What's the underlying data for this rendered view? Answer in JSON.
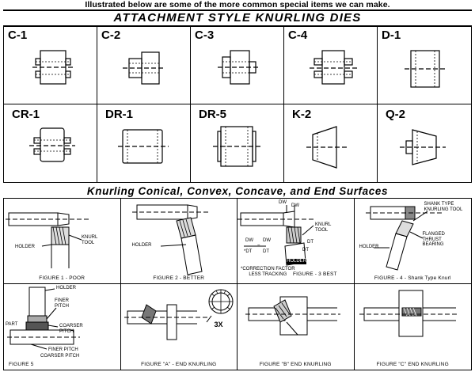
{
  "intro": "Illustrated below are some of the more common special items we can make.",
  "section1": {
    "title": "ATTACHMENT STYLE KNURLING DIES",
    "dies": [
      {
        "code": "C-1"
      },
      {
        "code": "C-2"
      },
      {
        "code": "C-3"
      },
      {
        "code": "C-4"
      },
      {
        "code": "D-1"
      },
      {
        "code": "CR-1"
      },
      {
        "code": "DR-1"
      },
      {
        "code": "DR-5"
      },
      {
        "code": "K-2"
      },
      {
        "code": "Q-2"
      }
    ]
  },
  "section2": {
    "title": "Knurling Conical, Convex, Concave, and End Surfaces",
    "figures": [
      {
        "caption": "FIGURE 1 - POOR",
        "labels": {
          "holder": "HOLDER",
          "knurl_tool": "KNURL\nTOOL"
        }
      },
      {
        "caption": "FIGURE 2 - BETTER",
        "labels": {
          "holder": "HOLDER"
        }
      },
      {
        "caption": "FIGURE - 3 BEST",
        "labels": {
          "dw": "DW",
          "dw1": "DW",
          "sub": "t",
          "knurl_tool": "KNURL\nTOOL",
          "dt": "DT",
          "dt1": "DT",
          "holder": "HOLDER",
          "ratio_left_top": "DW",
          "ratio_left_bot": "*DT",
          "ratio_right_top": "DW",
          "ratio_right_bot": "DT",
          "eq": "=",
          "note": "*CORRECTION FACTOR\nLESS TRACKING"
        }
      },
      {
        "caption": "FIGURE - 4 - Shank Type Knurl",
        "labels": {
          "shank_tool": "SHANK TYPE\nKNURLING TOOL",
          "holder": "HOLDER",
          "bearing": "FLANGED\nTHRUST\nBEARING"
        }
      },
      {
        "caption": "FIGURE 5",
        "labels": {
          "holder": "HOLDER",
          "finer_pitch": "FINER\nPITCH",
          "coarser_pitch": "COARSER\nPITCH",
          "part": "PART",
          "finer_pitch2": "FINER PITCH",
          "coarser_pitch2": "COARSER PITCH"
        }
      },
      {
        "caption": "FIGURE \"A\" - END KNURLING",
        "labels": {
          "scale": "3X"
        }
      },
      {
        "caption": "FIGURE \"B\" END KNURLING",
        "labels": {}
      },
      {
        "caption": "FIGURE \"C\" END KNURLING",
        "labels": {}
      }
    ]
  }
}
